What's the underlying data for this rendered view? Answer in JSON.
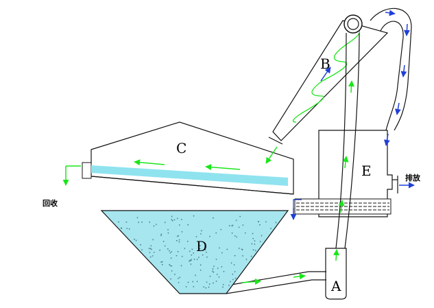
{
  "labels": {
    "a": "A",
    "b": "B",
    "c": "C",
    "d": "D",
    "e": "E",
    "recycle": "回收",
    "discharge": "排放"
  },
  "colors": {
    "flow_green": "#19e619",
    "flow_blue": "#1f3fd6",
    "water_cyan": "#8fe3ef",
    "slurry_fill": "#a7e6ef",
    "line": "#111111"
  },
  "icons": {
    "green": "green-flow-arrow-icon",
    "blue": "blue-flow-arrow-icon",
    "particle": "particle-icon"
  }
}
